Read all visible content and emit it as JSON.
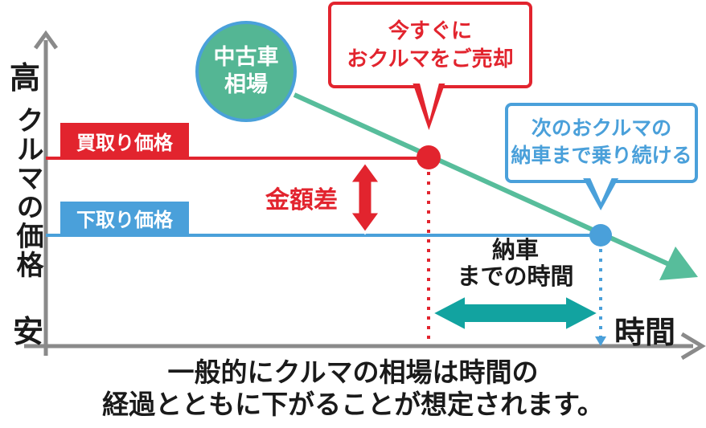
{
  "colors": {
    "red": "#e2242e",
    "blue": "#4aa0da",
    "green": "#57bd9b",
    "circle_green": "#54b694",
    "teal": "#12a3a0",
    "axis_gray": "#8a8a8a",
    "text_black": "#1a1a1a",
    "white": "#ffffff"
  },
  "axes": {
    "y_high": "高",
    "y_title": "クルマの価格",
    "y_low": "安",
    "x_label": "時間"
  },
  "market_circle": {
    "line1": "中古車",
    "line2": "相場"
  },
  "callouts": {
    "sell_now": {
      "line1": "今すぐに",
      "line2": "おクルマをご売却"
    },
    "keep_driving": {
      "line1": "次のおクルマの",
      "line2": "納車まで乗り続ける"
    }
  },
  "price_labels": {
    "buyback": "買取り価格",
    "tradein": "下取り価格"
  },
  "annotations": {
    "price_gap": "金額差",
    "delivery_wait_line1": "納車",
    "delivery_wait_line2": "までの時間"
  },
  "caption": {
    "line1": "一般的にクルマの相場は時間の",
    "line2": "経過とともに下がることが想定されます。"
  }
}
